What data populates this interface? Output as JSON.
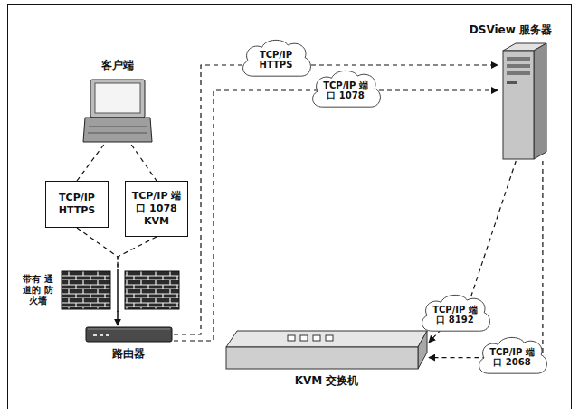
{
  "diagram": {
    "nodes": [
      {
        "text": [
          "客户端"
        ]
      },
      {
        "text": [
          "TCP/IP HTTPS"
        ]
      },
      {
        "text": [
          "TCP/IP 端口 1078 KVM"
        ]
      },
      {
        "text": [
          "带有 通道的 防火墙"
        ]
      },
      {
        "text": [
          "路由器"
        ]
      },
      {
        "text": [
          "DSView 服务器"
        ]
      },
      {
        "text": [
          "KVM 交换机"
        ]
      }
    ],
    "edges": [
      {
        "from": 0,
        "to": 1,
        "arrow": "none"
      },
      {
        "from": 0,
        "to": 2,
        "arrow": "none"
      },
      {
        "from": 1,
        "to": 3,
        "arrow": "none"
      },
      {
        "from": 2,
        "to": 3,
        "arrow": "none"
      },
      {
        "from": 3,
        "to": 4,
        "arrow": "to"
      },
      {
        "from": 4,
        "to": 5,
        "label": "TCP/IP HTTPS",
        "arrow": "to"
      },
      {
        "from": 4,
        "to": 5,
        "label": "TCP/IP 端口 1078",
        "arrow": "to"
      },
      {
        "from": 5,
        "to": 6,
        "label": "TCP/IP 端口 8192",
        "arrow": "to"
      },
      {
        "from": 5,
        "to": 6,
        "label": "TCP/IP 端口 2068",
        "arrow": "to"
      }
    ]
  }
}
